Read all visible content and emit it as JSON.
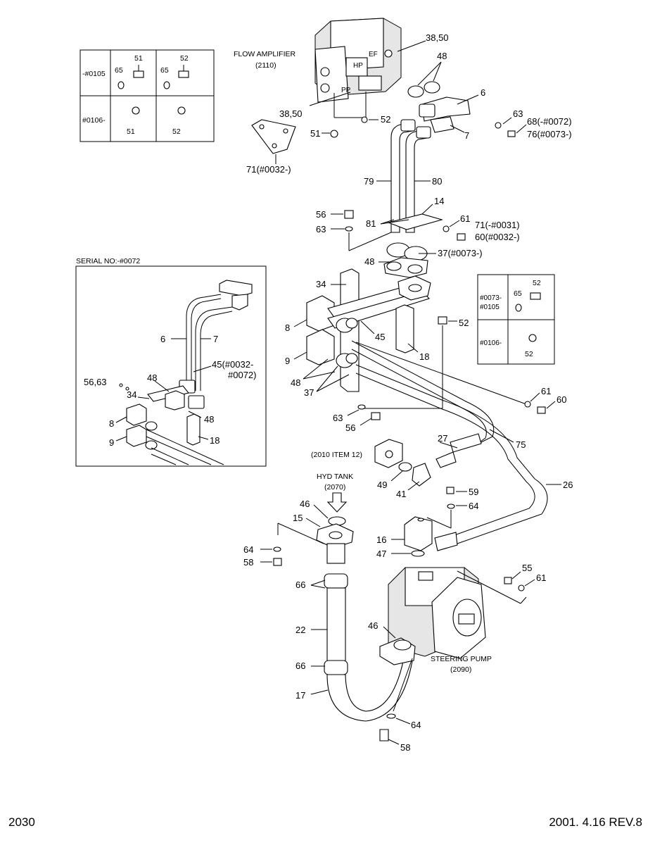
{
  "page": {
    "number": "2030",
    "revision": "2001. 4.16  REV.8"
  },
  "assemblies": {
    "flow_amplifier": "FLOW AMPLIFIER",
    "flow_amplifier_code": "(2110)",
    "hyd_tank": "HYD TANK",
    "hyd_tank_code": "(2070)",
    "steering_pump": "STEERING PUMP",
    "steering_pump_code": "(2090)",
    "item_ref": "(2010 ITEM 12)",
    "port_ef": "EF",
    "port_hp": "HP",
    "port_pp": "PP"
  },
  "table_top": {
    "row1_label": "-#0105",
    "row2_label": "#0106-",
    "c1": "51",
    "c2": "65",
    "c3": "65",
    "c4": "52",
    "c5": "51",
    "c6": "52"
  },
  "table_right": {
    "row1_label_a": "#0073-",
    "row1_label_b": "#0105",
    "row2_label": "#0106-",
    "c1": "65",
    "c2": "52",
    "c3": "52"
  },
  "inset": {
    "title": "SERIAL NO:-#0072",
    "l6": "6",
    "l7": "7",
    "l45a": "45(#0032-",
    "l45b": "#0072)",
    "l5663": "56,63",
    "l48a": "48",
    "l34": "34",
    "l48b": "48",
    "l8": "8",
    "l9": "9",
    "l18": "18"
  },
  "callouts": {
    "c3850a": "38,50",
    "c48a": "48",
    "c6": "6",
    "c3850b": "38,50",
    "c52a": "52",
    "c51": "51",
    "c7": "7",
    "c63a": "63",
    "c68": "68(-#0072)",
    "c76": "76(#0073-)",
    "c71a": "71(#0032-)",
    "c79": "79",
    "c80": "80",
    "c14": "14",
    "c56a": "56",
    "c81": "81",
    "c61a": "61",
    "c71b": "71(-#0031)",
    "c60a": "60(#0032-)",
    "c63b": "63",
    "c48b": "48",
    "c37a": "37(#0073-)",
    "c34": "34",
    "c8": "8",
    "c45": "45",
    "c52b": "52",
    "c9": "9",
    "c18": "18",
    "c48c": "48",
    "c37b": "37",
    "c61b": "61",
    "c60b": "60",
    "c63c": "63",
    "c56b": "56",
    "c27": "27",
    "c75": "75",
    "c49": "49",
    "c41": "41",
    "c26": "26",
    "c46a": "46",
    "c15": "15",
    "c59": "59",
    "c64a": "64",
    "c16": "16",
    "c47": "47",
    "c64b": "64",
    "c58a": "58",
    "c55": "55",
    "c61c": "61",
    "c66a": "66",
    "c22": "22",
    "c46b": "46",
    "c66b": "66",
    "c17": "17",
    "c64c": "64",
    "c58b": "58"
  }
}
